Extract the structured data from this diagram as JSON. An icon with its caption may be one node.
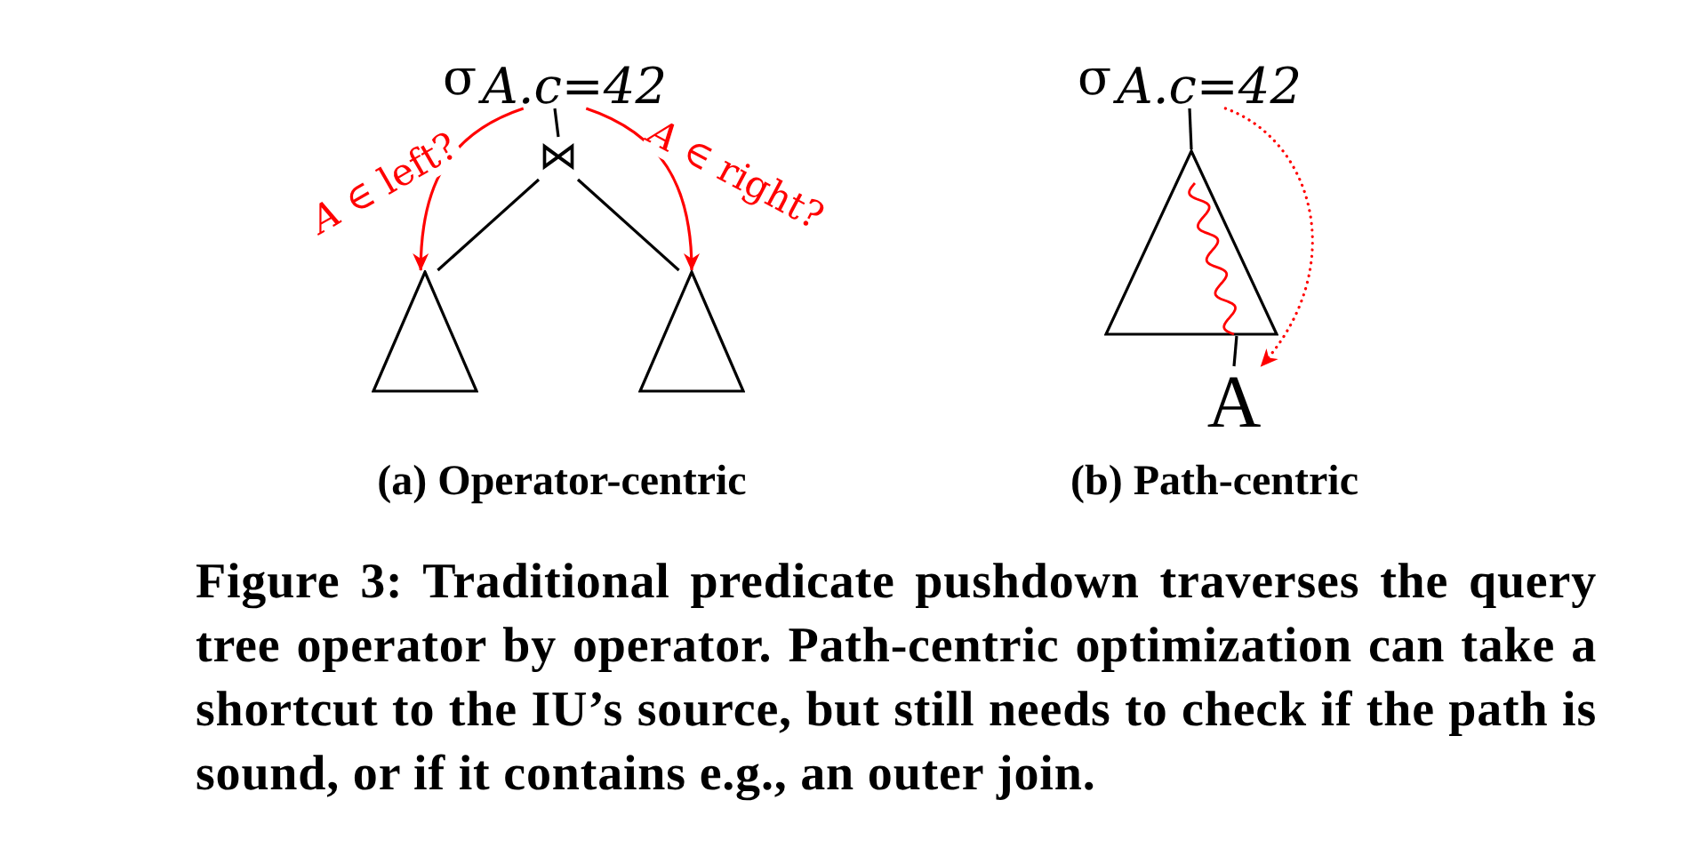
{
  "diagram": {
    "caption": "Figure 3: Traditional predicate pushdown traverses the query tree operator by operator. Path-centric optimization can take a shortcut to the IU’s source, but still needs to check if the path is sound, or if it contains e.g., an outer join.",
    "nodes": [
      {
        "text": [
          "σ$_{A.c=42}$"
        ]
      },
      {
        "text": [
          "⋈"
        ]
      },
      {
        "text": [],
        "shape": "triangle"
      },
      {
        "text": [],
        "shape": "triangle"
      },
      {
        "text": [
          "σ$_{A.c=42}$"
        ]
      },
      {
        "text": [],
        "shape": "triangle"
      },
      {
        "text": [
          "A"
        ]
      }
    ],
    "edges": [
      {
        "from": 0,
        "to": 1,
        "arrow": "none"
      },
      {
        "from": 1,
        "to": 2,
        "arrow": "none"
      },
      {
        "from": 1,
        "to": 3,
        "arrow": "none"
      },
      {
        "from": 0,
        "to": 2,
        "arrow": "to",
        "label": "*A* ∈ left?",
        "color": "#ff0000"
      },
      {
        "from": 0,
        "to": 3,
        "arrow": "to",
        "label": "*A* ∈ right?",
        "color": "#ff0000"
      },
      {
        "from": 4,
        "to": 5,
        "arrow": "none"
      },
      {
        "from": 5,
        "to": 6,
        "arrow": "none"
      },
      {
        "from": 4,
        "to": 6,
        "arrow": "to",
        "style": "dashed",
        "color": "#ff0000"
      }
    ],
    "labels": [
      "(a) Operator-centric",
      "(b) Path-centric"
    ]
  }
}
